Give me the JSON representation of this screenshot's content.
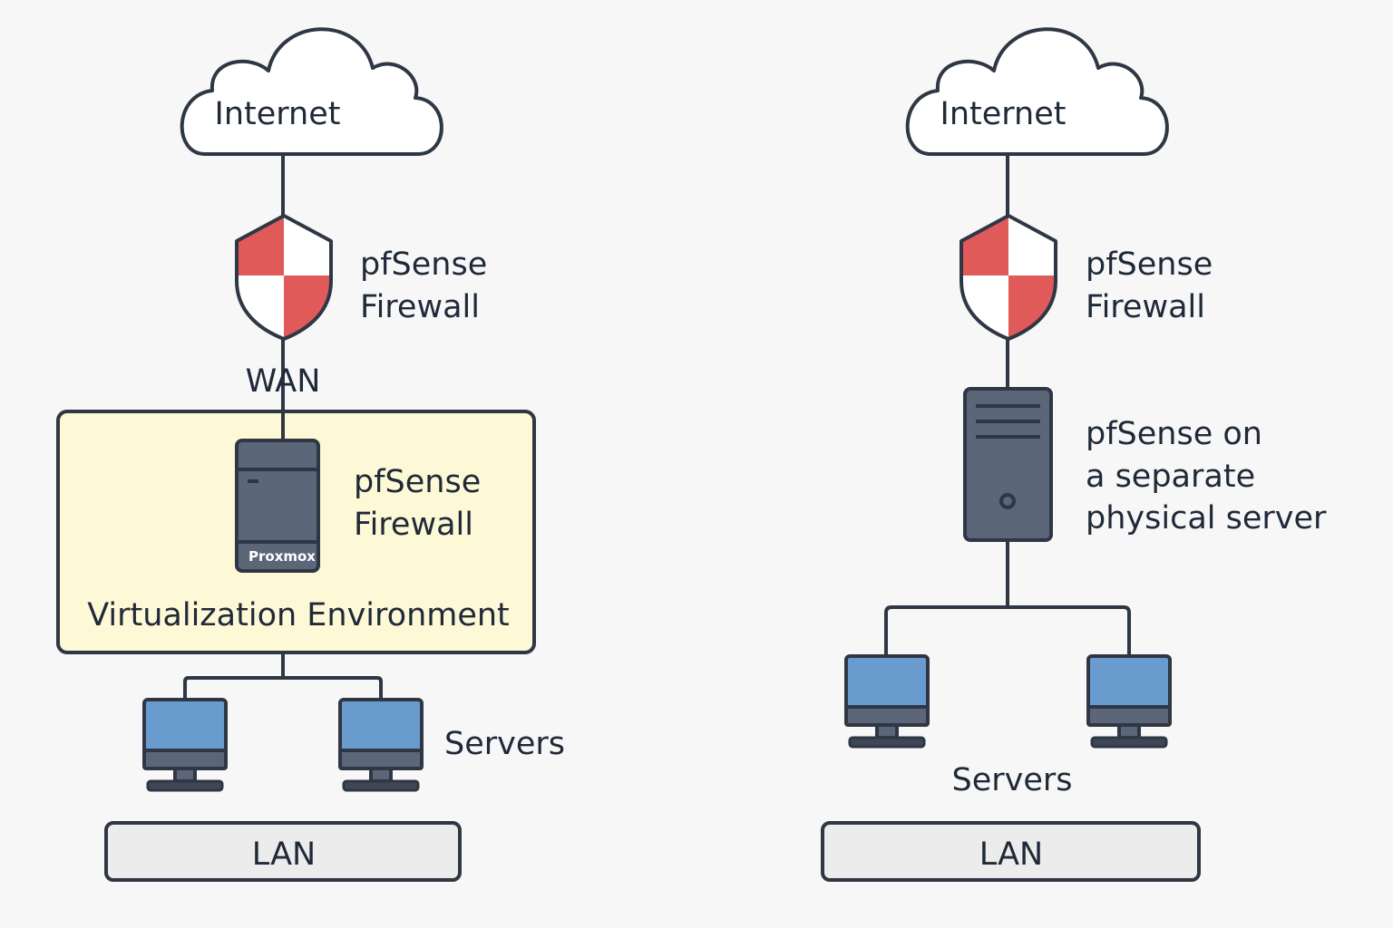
{
  "colors": {
    "background": "#f7f7f8",
    "stroke": "#2f3744",
    "shield_red": "#e05a5a",
    "virtualization_fill": "#fdf8d6",
    "server_gray": "#5b6678",
    "monitor_blue": "#6a9bcf",
    "lan_fill": "#ececec"
  },
  "left": {
    "internet_label": "Internet",
    "firewall_label_line1": "pfSense",
    "firewall_label_line2": "Firewall",
    "wan_label": "WAN",
    "vm_label_line1": "pfSense",
    "vm_label_line2": "Firewall",
    "proxmox_label": "Proxmox",
    "virtualization_label": "Virtualization Environment",
    "servers_label": "Servers",
    "lan_label": "LAN"
  },
  "right": {
    "internet_label": "Internet",
    "firewall_label_line1": "pfSense",
    "firewall_label_line2": "Firewall",
    "server_label_line1": "pfSense on",
    "server_label_line2": "a separate",
    "server_label_line3": "physical server",
    "servers_label": "Servers",
    "lan_label": "LAN"
  },
  "icons": {
    "cloud": "cloud-icon",
    "shield": "shield-icon",
    "server": "server-tower-icon",
    "monitor": "monitor-icon"
  }
}
